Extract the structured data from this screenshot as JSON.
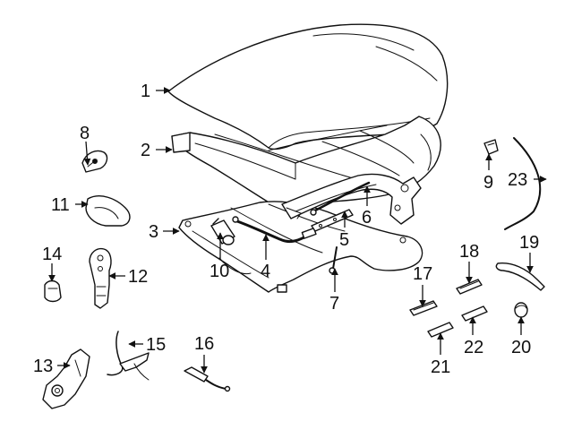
{
  "callouts": [
    {
      "id": "p1",
      "text": "1"
    },
    {
      "id": "p2",
      "text": "2"
    },
    {
      "id": "p3",
      "text": "3"
    },
    {
      "id": "p4",
      "text": "4"
    },
    {
      "id": "p5",
      "text": "5"
    },
    {
      "id": "p6",
      "text": "6"
    },
    {
      "id": "p7",
      "text": "7"
    },
    {
      "id": "p8",
      "text": "8"
    },
    {
      "id": "p9",
      "text": "9"
    },
    {
      "id": "p10",
      "text": "10"
    },
    {
      "id": "p11",
      "text": "11"
    },
    {
      "id": "p12",
      "text": "12"
    },
    {
      "id": "p13",
      "text": "13"
    },
    {
      "id": "p14",
      "text": "14"
    },
    {
      "id": "p15",
      "text": "15"
    },
    {
      "id": "p16",
      "text": "16"
    },
    {
      "id": "p17",
      "text": "17"
    },
    {
      "id": "p18",
      "text": "18"
    },
    {
      "id": "p19",
      "text": "19"
    },
    {
      "id": "p20",
      "text": "20"
    },
    {
      "id": "p21",
      "text": "21"
    },
    {
      "id": "p22",
      "text": "22"
    },
    {
      "id": "p23",
      "text": "23"
    }
  ]
}
